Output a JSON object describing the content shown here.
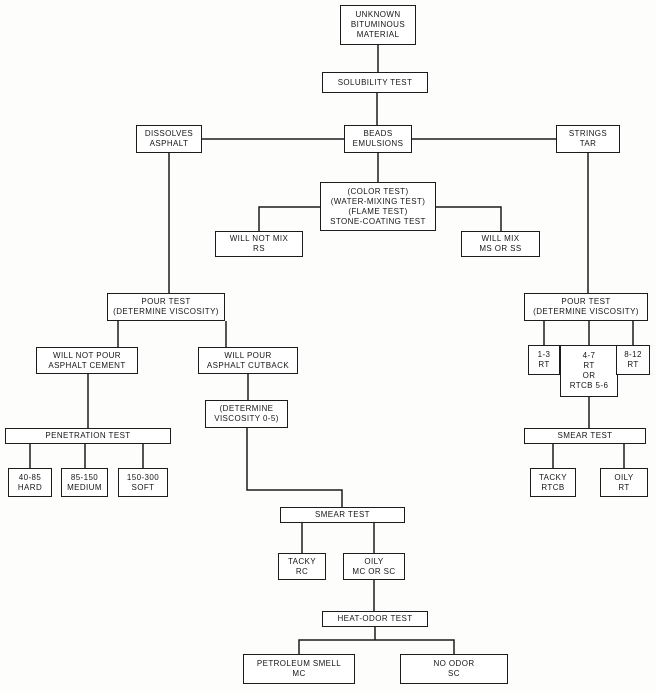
{
  "title": "Bituminous material identification flowchart",
  "colors": {
    "ink": "#1c1c1c",
    "paper": "#ffffff"
  },
  "nodes": {
    "unknown": {
      "lines": [
        "UNKNOWN",
        "BITUMINOUS",
        "MATERIAL"
      ]
    },
    "solubility": {
      "lines": [
        "SOLUBILITY TEST"
      ]
    },
    "dissolves": {
      "lines": [
        "DISSOLVES",
        "ASPHALT"
      ]
    },
    "beads": {
      "lines": [
        "BEADS",
        "EMULSIONS"
      ]
    },
    "strings": {
      "lines": [
        "STRINGS",
        "TAR"
      ]
    },
    "colortest": {
      "lines": [
        "(COLOR TEST)",
        "(WATER-MIXING TEST)",
        "(FLAME TEST)",
        "STONE-COATING TEST"
      ]
    },
    "will_not_mix": {
      "lines": [
        "WILL NOT MIX",
        "RS"
      ]
    },
    "will_mix": {
      "lines": [
        "WILL MIX",
        "MS OR SS"
      ]
    },
    "pour_test_left": {
      "lines": [
        "POUR TEST",
        "(DETERMINE VISCOSITY)"
      ]
    },
    "will_not_pour": {
      "lines": [
        "WILL NOT POUR",
        "ASPHALT CEMENT"
      ]
    },
    "will_pour": {
      "lines": [
        "WILL POUR",
        "ASPHALT CUTBACK"
      ]
    },
    "viscosity": {
      "lines": [
        "(DETERMINE",
        "VISCOSITY 0-5)"
      ]
    },
    "penetration": {
      "lines": [
        "PENETRATION TEST"
      ]
    },
    "hard": {
      "lines": [
        "40-85",
        "HARD"
      ]
    },
    "medium": {
      "lines": [
        "85-150",
        "MEDIUM"
      ]
    },
    "soft": {
      "lines": [
        "150-300",
        "SOFT"
      ]
    },
    "smear_left": {
      "lines": [
        "SMEAR TEST"
      ]
    },
    "tacky_rc": {
      "lines": [
        "TACKY",
        "RC"
      ]
    },
    "oily_mc": {
      "lines": [
        "OILY",
        "MC OR SC"
      ]
    },
    "heat_odor": {
      "lines": [
        "HEAT-ODOR TEST"
      ]
    },
    "petroleum": {
      "lines": [
        "PETROLEUM SMELL",
        "MC"
      ]
    },
    "no_odor": {
      "lines": [
        "NO ODOR",
        "SC"
      ]
    },
    "pour_test_right": {
      "lines": [
        "POUR TEST",
        "(DETERMINE VISCOSITY)"
      ]
    },
    "rt_1_3": {
      "lines": [
        "1-3",
        "RT"
      ]
    },
    "rt_4_7": {
      "lines": [
        "4-7",
        "RT",
        "OR",
        "RTCB 5-6"
      ]
    },
    "rt_8_12": {
      "lines": [
        "8-12",
        "RT"
      ]
    },
    "smear_right": {
      "lines": [
        "SMEAR TEST"
      ]
    },
    "tacky_rtcb": {
      "lines": [
        "TACKY",
        "RTCB"
      ]
    },
    "oily_rt": {
      "lines": [
        "OILY",
        "RT"
      ]
    }
  }
}
